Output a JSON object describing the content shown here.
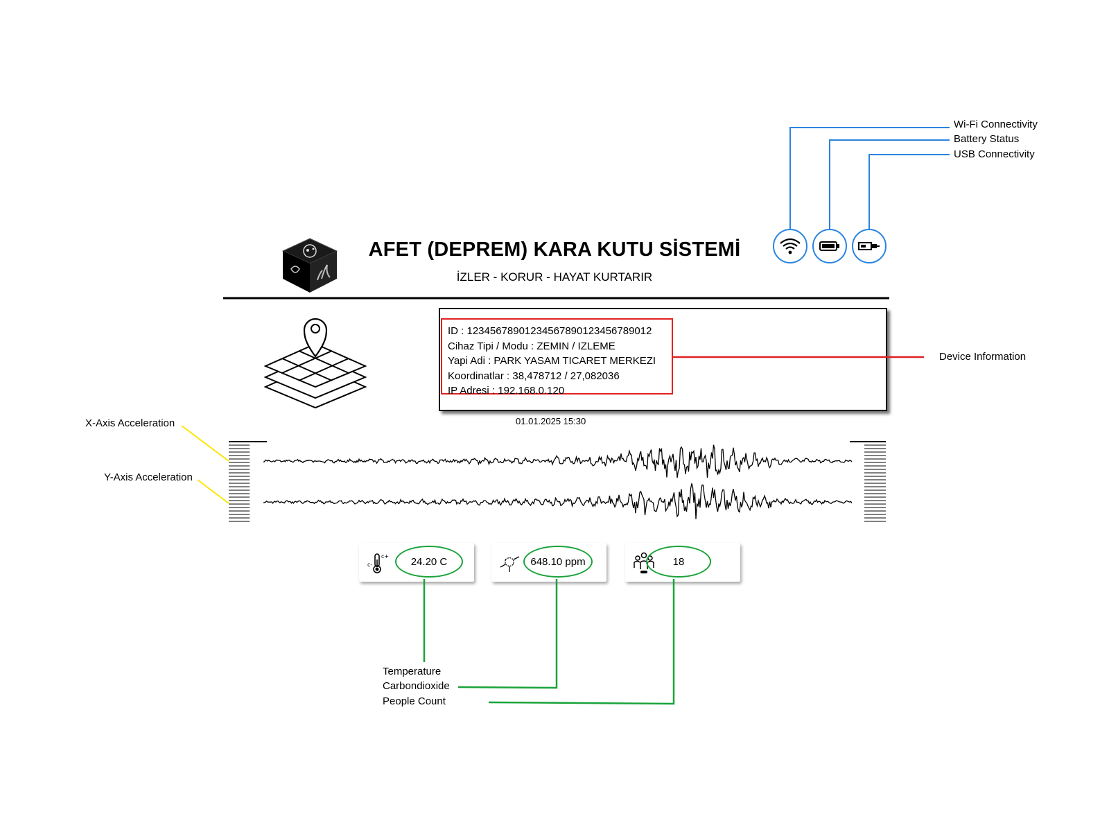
{
  "app": {
    "title": "AFET (DEPREM) KARA KUTU SİSTEMİ",
    "subtitle": "İZLER - KORUR - HAYAT KURTARIR"
  },
  "status_indicators": [
    {
      "icon": "wifi-icon",
      "label": "Wi-Fi Connectivity"
    },
    {
      "icon": "battery-icon",
      "label": "Battery Status"
    },
    {
      "icon": "usb-icon",
      "label": "USB Connectivity"
    }
  ],
  "device_info": {
    "callout": "Device Information",
    "lines": [
      "ID : 1234567890123456789012345678901​2",
      "Cihaz Tipi / Modu : ZEMIN / IZLEME",
      "Yapi Adi : PARK YASAM TICARET MERKEZI",
      "Koordinatlar : 38,478712 / 27,082036",
      "IP Adresi : 192.168.0.120"
    ]
  },
  "timestamp": "01.01.2025 15:30",
  "seismograph": {
    "x_label": "X-Axis Acceleration",
    "y_label": "Y-Axis Acceleration"
  },
  "sensors": [
    {
      "icon": "thermometer-icon",
      "value": "24.20 C",
      "label": "Temperature"
    },
    {
      "icon": "co2-molecule-icon",
      "value": "648.10 ppm",
      "label": "Carbondioxide"
    },
    {
      "icon": "people-icon",
      "value": "18",
      "label": "People Count"
    }
  ],
  "colors": {
    "wifi_callout": "#2a84e0",
    "device_callout": "#e02020",
    "sensor_callout": "#1aa33a",
    "axis_callout": "#ffe600"
  }
}
